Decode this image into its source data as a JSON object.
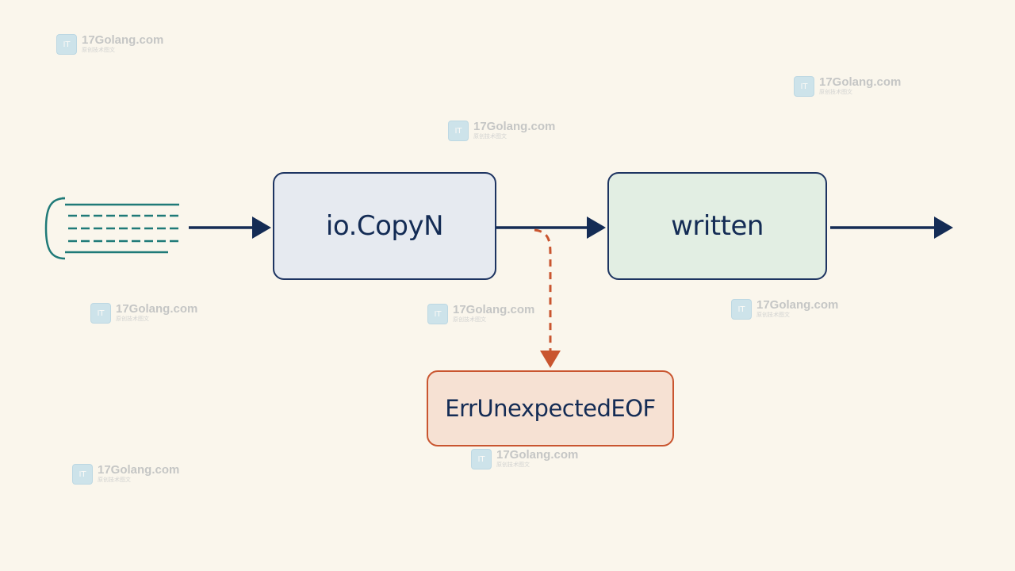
{
  "nodes": {
    "copy": "io.CopyN",
    "written": "written",
    "error": "ErrUnexpectedEOF"
  },
  "watermark": {
    "site": "17Golang.com",
    "tagline": "原创技术图文",
    "logo_glyph": "IT"
  },
  "colors": {
    "background": "#faf6ec",
    "arrow": "#142c55",
    "error_arrow": "#c9552f",
    "reader_lines": "#1f7a78"
  }
}
